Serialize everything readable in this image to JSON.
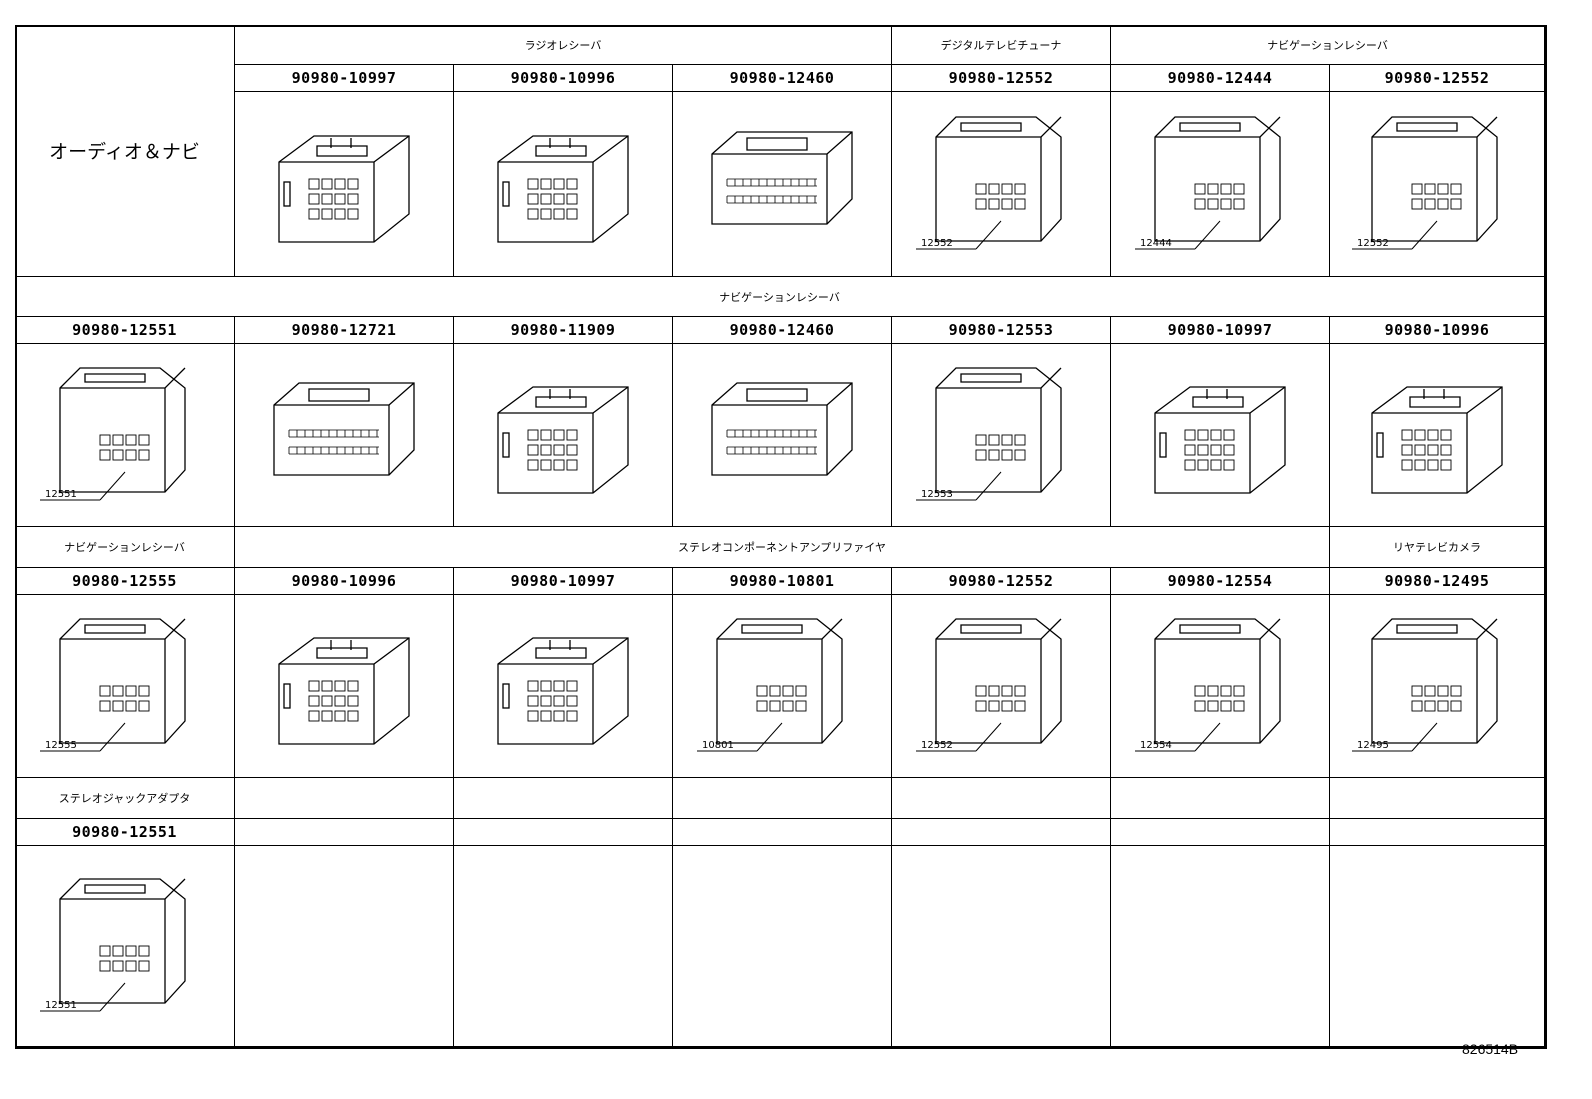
{
  "title": "オーディオ＆ナビ",
  "sections": {
    "radio_receiver": "ラジオレシーバ",
    "digital_tv_tuner": "デジタルテレビチューナ",
    "navigation_receiver_1": "ナビゲーションレシーバ",
    "navigation_receiver_2": "ナビゲーションレシーバ",
    "navigation_receiver_3": "ナビゲーションレシーバ",
    "stereo_component_amplifier": "ステレオコンポーネントアンプリファイヤ",
    "rear_tv_camera": "リヤテレビカメラ",
    "stereo_jack_adapter": "ステレオジャックアダプタ"
  },
  "rows": [
    {
      "parts": [
        "90980-10997",
        "90980-10996",
        "90980-12460",
        "90980-12552",
        "90980-12444",
        "90980-12552"
      ],
      "callouts": [
        "",
        "",
        "",
        "12552",
        "12444",
        "12552"
      ]
    },
    {
      "parts": [
        "90980-12551",
        "90980-12721",
        "90980-11909",
        "90980-12460",
        "90980-12553",
        "90980-10997",
        "90980-10996"
      ],
      "callouts": [
        "12551",
        "",
        "",
        "",
        "12553",
        "",
        ""
      ]
    },
    {
      "parts": [
        "90980-12555",
        "90980-10996",
        "90980-10997",
        "90980-10801",
        "90980-12552",
        "90980-12554",
        "90980-12495"
      ],
      "callouts": [
        "12555",
        "",
        "",
        "10801",
        "12552",
        "12554",
        "12495"
      ]
    },
    {
      "parts": [
        "90980-12551"
      ],
      "callouts": [
        "12551"
      ]
    }
  ],
  "figure_id": "826514B"
}
